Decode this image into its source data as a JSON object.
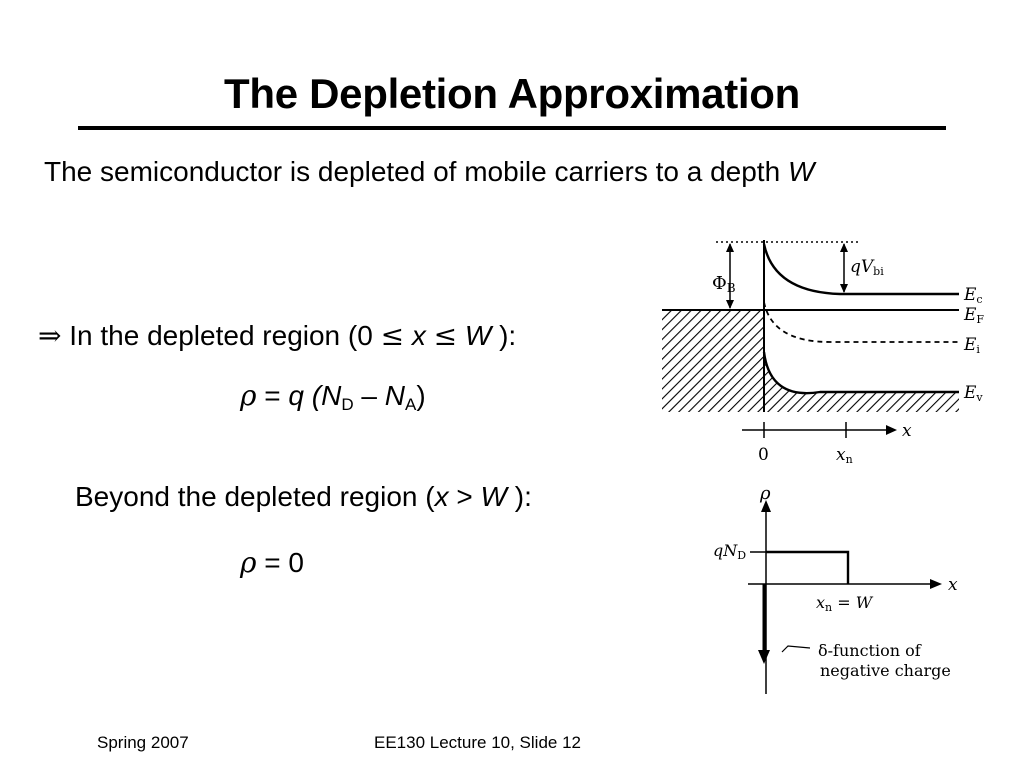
{
  "slide": {
    "title": "The Depletion Approximation",
    "intro_text": "The semiconductor is depleted of mobile carriers to a depth",
    "intro_var": "W"
  },
  "depleted": {
    "arrow": "⇒",
    "text_a": " In the depleted region (0 ",
    "le1": "≤",
    "x": " x ",
    "le2": "≤",
    "W": " W ",
    "close": "):",
    "rho": "ρ",
    "eq": " = ",
    "q": "q",
    "open": " (",
    "N1": "N",
    "sub1": "D",
    "minus": " – ",
    "N2": "N",
    "sub2": "A",
    "end": ")"
  },
  "beyond": {
    "text_a": "Beyond the depleted region (",
    "x": "x",
    "gt": " > ",
    "W": "W",
    "close": " ):",
    "rho": "ρ",
    "eq": " = 0"
  },
  "band_diagram": {
    "phi_b": "Φ",
    "phi_b_sub": "B",
    "qvbi": "qV",
    "qvbi_sub": "bi",
    "ec": "E",
    "ec_sub": "c",
    "ef": "E",
    "ef_sub": "F",
    "ei": "E",
    "ei_sub": "i",
    "ev": "E",
    "ev_sub": "v",
    "x_axis": "x",
    "origin": "0",
    "xn": "x",
    "xn_sub": "n"
  },
  "charge_diagram": {
    "rho_axis": "ρ",
    "qnd": "qN",
    "qnd_sub": "D",
    "x_axis": "x",
    "xn_eq": "x",
    "xn_eq_sub": "n",
    "xn_eq_rest": " = W",
    "delta_line1": "δ-function of",
    "delta_line2": "negative charge"
  },
  "footer": {
    "left": "Spring 2007",
    "right": "EE130 Lecture 10, Slide 12"
  }
}
